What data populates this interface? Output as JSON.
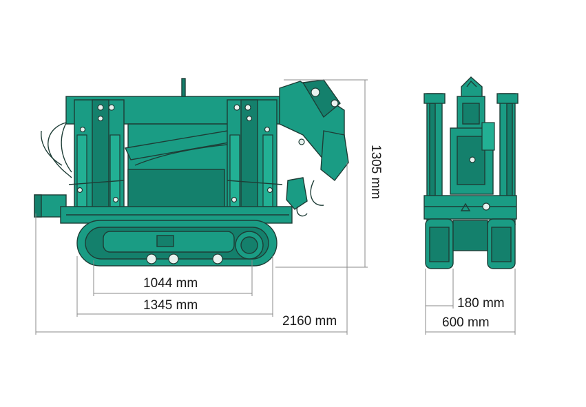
{
  "dimensions": {
    "inner_track_length": "1044 mm",
    "track_length": "1345 mm",
    "overall_length": "2160 mm",
    "overall_height": "1305 mm",
    "track_width": "180 mm",
    "overall_width": "600 mm"
  },
  "colors": {
    "machine_body": "#1a9c84",
    "machine_dark": "#14806c",
    "outline": "#1e3d36",
    "dimension_line": "#8a8a8a",
    "text": "#1a1a1a",
    "background": "#ffffff"
  }
}
